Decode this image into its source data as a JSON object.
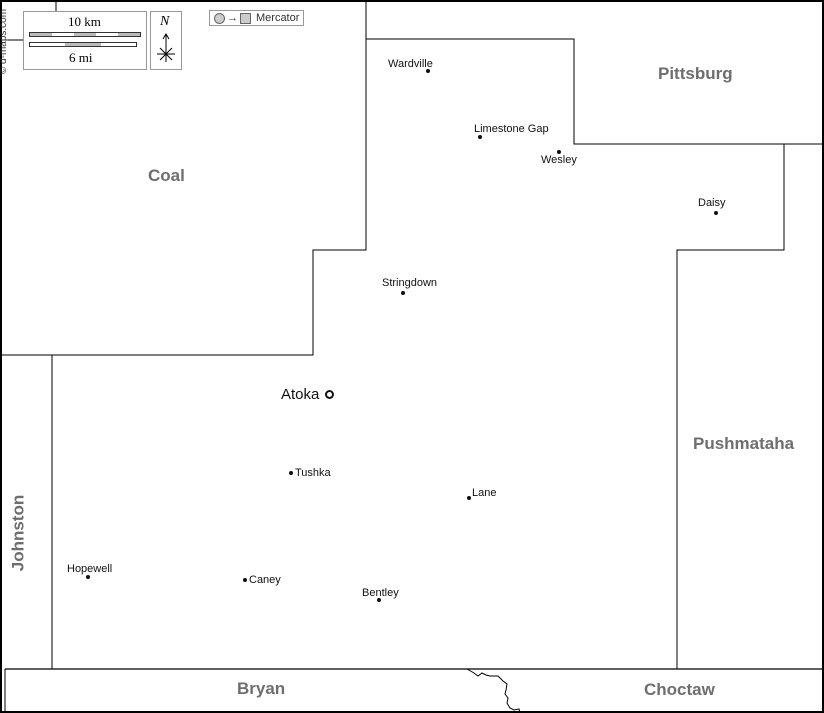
{
  "credit": "© d-maps.com",
  "scale": {
    "km_label": "10 km",
    "mi_label": "6 mi"
  },
  "north": {
    "label": "N"
  },
  "projection": {
    "label": "Mercator"
  },
  "regions": {
    "coal": "Coal",
    "pittsburg": "Pittsburg",
    "pushmataha": "Pushmataha",
    "johnston": "Johnston",
    "bryan": "Bryan",
    "choctaw": "Choctaw"
  },
  "seat": {
    "name": "Atoka"
  },
  "towns": {
    "wardville": "Wardville",
    "limestone_gap": "Limestone Gap",
    "wesley": "Wesley",
    "daisy": "Daisy",
    "stringdown": "Stringdown",
    "tushka": "Tushka",
    "lane": "Lane",
    "hopewell": "Hopewell",
    "caney": "Caney",
    "bentley": "Bentley"
  }
}
